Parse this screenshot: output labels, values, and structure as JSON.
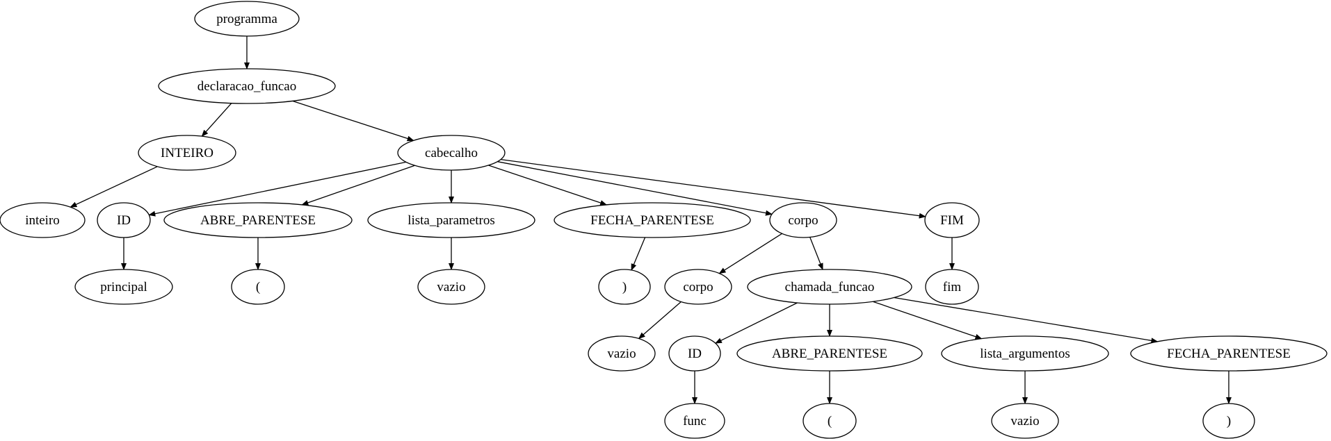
{
  "colors": {
    "stroke": "#000000",
    "fill": "#ffffff",
    "text": "#000000"
  },
  "nodes": [
    {
      "id": "n0",
      "label": "programma"
    },
    {
      "id": "n1",
      "label": "declaracao_funcao"
    },
    {
      "id": "n2",
      "label": "INTEIRO"
    },
    {
      "id": "n3",
      "label": "cabecalho"
    },
    {
      "id": "n4",
      "label": "inteiro"
    },
    {
      "id": "n5",
      "label": "ID"
    },
    {
      "id": "n6",
      "label": "ABRE_PARENTESE"
    },
    {
      "id": "n7",
      "label": "lista_parametros"
    },
    {
      "id": "n8",
      "label": "FECHA_PARENTESE"
    },
    {
      "id": "n9",
      "label": "corpo"
    },
    {
      "id": "n10",
      "label": "FIM"
    },
    {
      "id": "n11",
      "label": "principal"
    },
    {
      "id": "n12",
      "label": "("
    },
    {
      "id": "n13",
      "label": "vazio"
    },
    {
      "id": "n14",
      "label": ")"
    },
    {
      "id": "n15",
      "label": "corpo"
    },
    {
      "id": "n16",
      "label": "chamada_funcao"
    },
    {
      "id": "n17",
      "label": "fim"
    },
    {
      "id": "n18",
      "label": "vazio"
    },
    {
      "id": "n19",
      "label": "ID"
    },
    {
      "id": "n20",
      "label": "ABRE_PARENTESE"
    },
    {
      "id": "n21",
      "label": "lista_argumentos"
    },
    {
      "id": "n22",
      "label": "FECHA_PARENTESE"
    },
    {
      "id": "n23",
      "label": "func"
    },
    {
      "id": "n24",
      "label": "("
    },
    {
      "id": "n25",
      "label": "vazio"
    },
    {
      "id": "n26",
      "label": ")"
    }
  ],
  "edges": [
    [
      "n0",
      "n1"
    ],
    [
      "n1",
      "n2"
    ],
    [
      "n1",
      "n3"
    ],
    [
      "n2",
      "n4"
    ],
    [
      "n3",
      "n5"
    ],
    [
      "n3",
      "n6"
    ],
    [
      "n3",
      "n7"
    ],
    [
      "n3",
      "n8"
    ],
    [
      "n3",
      "n9"
    ],
    [
      "n3",
      "n10"
    ],
    [
      "n5",
      "n11"
    ],
    [
      "n6",
      "n12"
    ],
    [
      "n7",
      "n13"
    ],
    [
      "n8",
      "n14"
    ],
    [
      "n9",
      "n15"
    ],
    [
      "n9",
      "n16"
    ],
    [
      "n10",
      "n17"
    ],
    [
      "n15",
      "n18"
    ],
    [
      "n16",
      "n19"
    ],
    [
      "n16",
      "n20"
    ],
    [
      "n16",
      "n21"
    ],
    [
      "n16",
      "n22"
    ],
    [
      "n19",
      "n23"
    ],
    [
      "n20",
      "n24"
    ],
    [
      "n21",
      "n25"
    ],
    [
      "n22",
      "n26"
    ]
  ]
}
